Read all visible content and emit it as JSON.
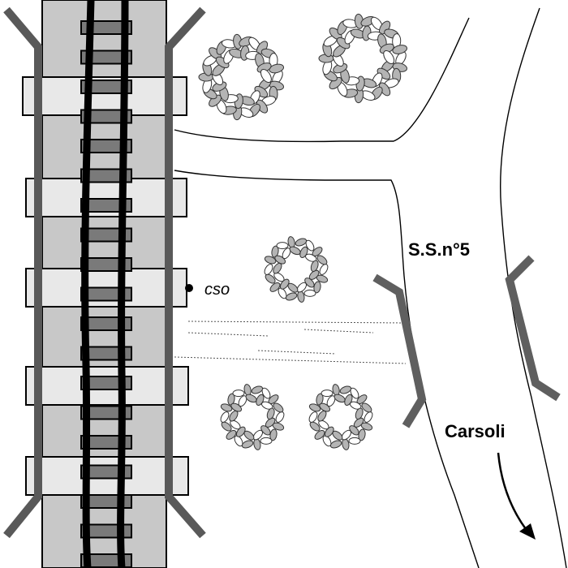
{
  "map": {
    "labels": {
      "point": "cso",
      "road": "S.S.n°5",
      "direction": "Carsoli"
    },
    "colors": {
      "railway_bed": "#c8c8c8",
      "rails": "#000000",
      "sleepers": "#7a7a7a",
      "bridge_piers": "#e8e8e8",
      "parapets": "#595959",
      "foliage": "#b4b4b4",
      "road_guardrail": "#5f5f5f"
    }
  }
}
